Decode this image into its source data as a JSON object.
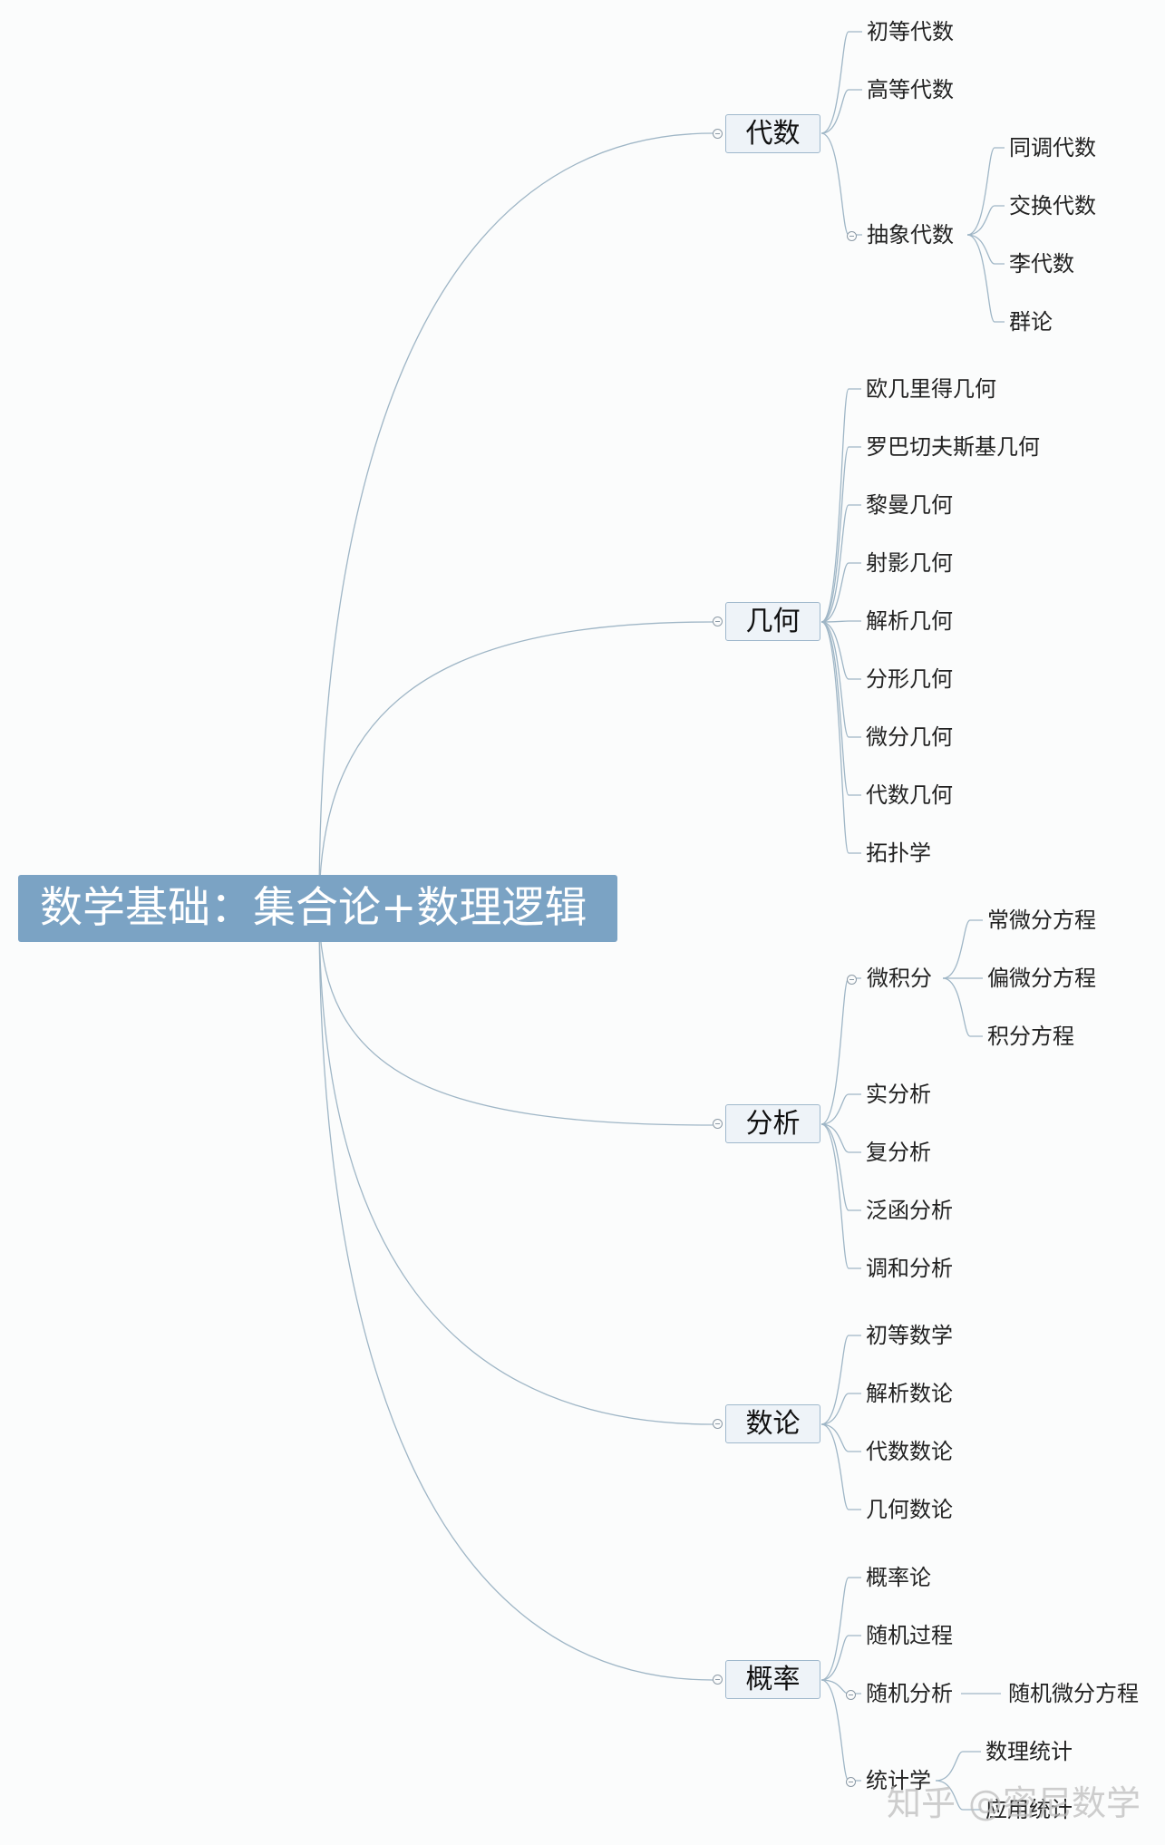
{
  "root": {
    "label": "数学基础：集合论+数理逻辑"
  },
  "colors": {
    "root_fill": "#7ba3c4",
    "topic_fill": "#eef3f8",
    "link": "#9fb6c6"
  },
  "branches": {
    "algebra": {
      "label": "代数",
      "children": {
        "elementary": "初等代数",
        "higher": "高等代数",
        "abstract": {
          "label": "抽象代数",
          "children": [
            "同调代数",
            "交换代数",
            "李代数",
            "群论"
          ]
        }
      }
    },
    "geometry": {
      "label": "几何",
      "children": [
        "欧几里得几何",
        "罗巴切夫斯基几何",
        "黎曼几何",
        "射影几何",
        "解析几何",
        "分形几何",
        "微分几何",
        "代数几何",
        "拓扑学"
      ]
    },
    "analysis": {
      "label": "分析",
      "calculus": {
        "label": "微积分",
        "children": [
          "常微分方程",
          "偏微分方程",
          "积分方程"
        ]
      },
      "children": [
        "实分析",
        "复分析",
        "泛函分析",
        "调和分析"
      ]
    },
    "number_theory": {
      "label": "数论",
      "children": [
        "初等数学",
        "解析数论",
        "代数数论",
        "几何数论"
      ]
    },
    "probability": {
      "label": "概率",
      "children": [
        "概率论",
        "随机过程"
      ],
      "stochastic_analysis": {
        "label": "随机分析",
        "children": [
          "随机微分方程"
        ]
      },
      "statistics": {
        "label": "统计学",
        "children": [
          "数理统计",
          "应用统计"
        ]
      }
    }
  },
  "watermark": {
    "site": "知乎",
    "author": "@密尼数学"
  }
}
